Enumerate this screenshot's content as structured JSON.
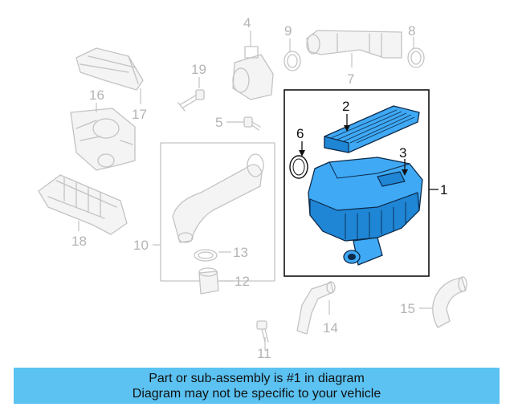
{
  "callouts": {
    "n1": "1",
    "n2": "2",
    "n3": "3",
    "n4": "4",
    "n5": "5",
    "n6": "6",
    "n7": "7",
    "n8": "8",
    "n9": "9",
    "n10": "10",
    "n11": "11",
    "n12": "12",
    "n13": "13",
    "n14": "14",
    "n15": "15",
    "n16": "16",
    "n17": "17",
    "n18": "18",
    "n19": "19"
  },
  "footer": {
    "line1": "Part or sub-assembly is #1 in diagram",
    "line2": "Diagram may not be specific to your vehicle"
  },
  "colors": {
    "highlight_part": "#3fa9f5",
    "footer_bg": "#5bc2f2",
    "ghost_line": "#c3c3c3"
  }
}
